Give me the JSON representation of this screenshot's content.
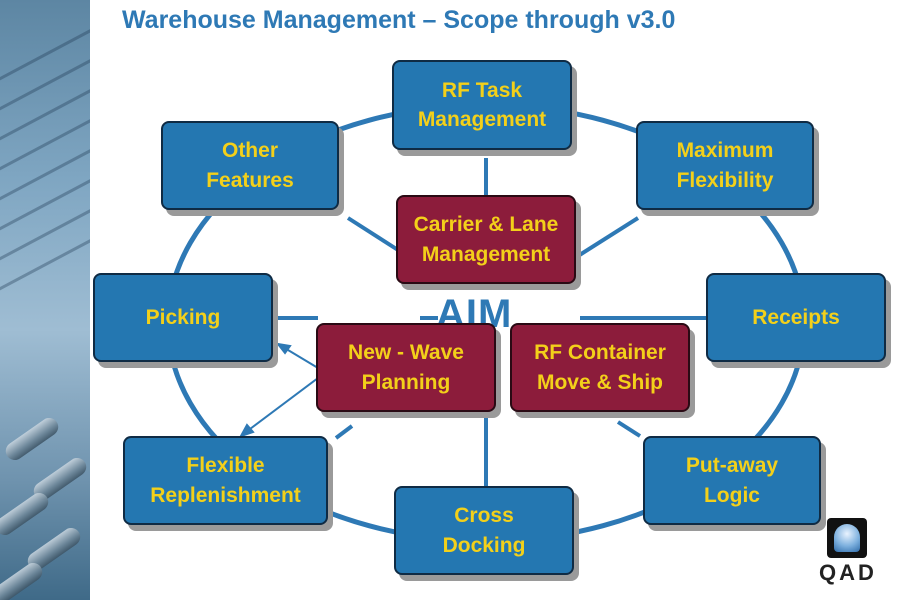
{
  "title": "Warehouse Management – Scope through v3.0",
  "center_label": "AIM",
  "logo_text": "QAD",
  "colors": {
    "title": "#2e79b5",
    "outer_box": "#2477b1",
    "inner_box": "#8c1c3b",
    "box_text": "#f3d01a",
    "connector": "#2e79b5"
  },
  "outer_nodes": [
    {
      "line1": "RF Task",
      "line2": "Management"
    },
    {
      "line1": "Maximum",
      "line2": "Flexibility"
    },
    {
      "line1": "Receipts",
      "line2": ""
    },
    {
      "line1": "Put-away",
      "line2": "Logic"
    },
    {
      "line1": "Cross",
      "line2": "Docking"
    },
    {
      "line1": "Flexible",
      "line2": "Replenishment"
    },
    {
      "line1": "Picking",
      "line2": ""
    },
    {
      "line1": "Other",
      "line2": "Features"
    }
  ],
  "inner_nodes": [
    {
      "line1": "Carrier & Lane",
      "line2": "Management"
    },
    {
      "line1": "New - Wave",
      "line2": "Planning"
    },
    {
      "line1": "RF Container",
      "line2": "Move & Ship"
    }
  ]
}
